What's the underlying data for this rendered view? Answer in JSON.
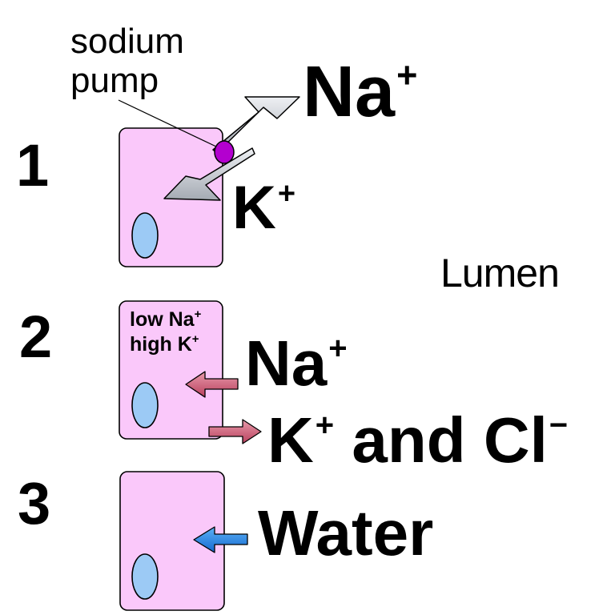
{
  "steps": [
    "1",
    "2",
    "3"
  ],
  "pump_label": [
    "sodium",
    "pump"
  ],
  "step1": {
    "out_ion": {
      "symbol": "Na",
      "charge": "+"
    },
    "in_ion": {
      "symbol": "K",
      "charge": "+"
    }
  },
  "lumen_label": "Lumen",
  "step2": {
    "cell_text": [
      {
        "prefix": "low ",
        "ion": "Na",
        "charge": "+"
      },
      {
        "prefix": "high ",
        "ion": "K",
        "charge": "+"
      }
    ],
    "in_ion": {
      "symbol": "Na",
      "charge": "+"
    },
    "out_ions": {
      "k": "K",
      "k_charge": "+",
      "joiner": " and ",
      "cl": "Cl",
      "cl_charge": "−"
    }
  },
  "step3": {
    "in_label": "Water"
  },
  "colors": {
    "cell_fill": "#fac8fa",
    "nucleus_fill": "#9ccaf5",
    "pump_fill": "#b300cf",
    "pump_arrow": "#b9bec6",
    "ion_arrow": "#c94f6a",
    "water_arrow": "#1d7ee0"
  },
  "icons": {
    "pump": "sodium-pump-icon",
    "na_out": "efflux-arrow-icon",
    "k_in": "influx-arrow-icon",
    "na_in": "pink-arrow-left-icon",
    "kcl_out": "pink-arrow-right-icon",
    "water_in": "blue-arrow-left-icon"
  }
}
